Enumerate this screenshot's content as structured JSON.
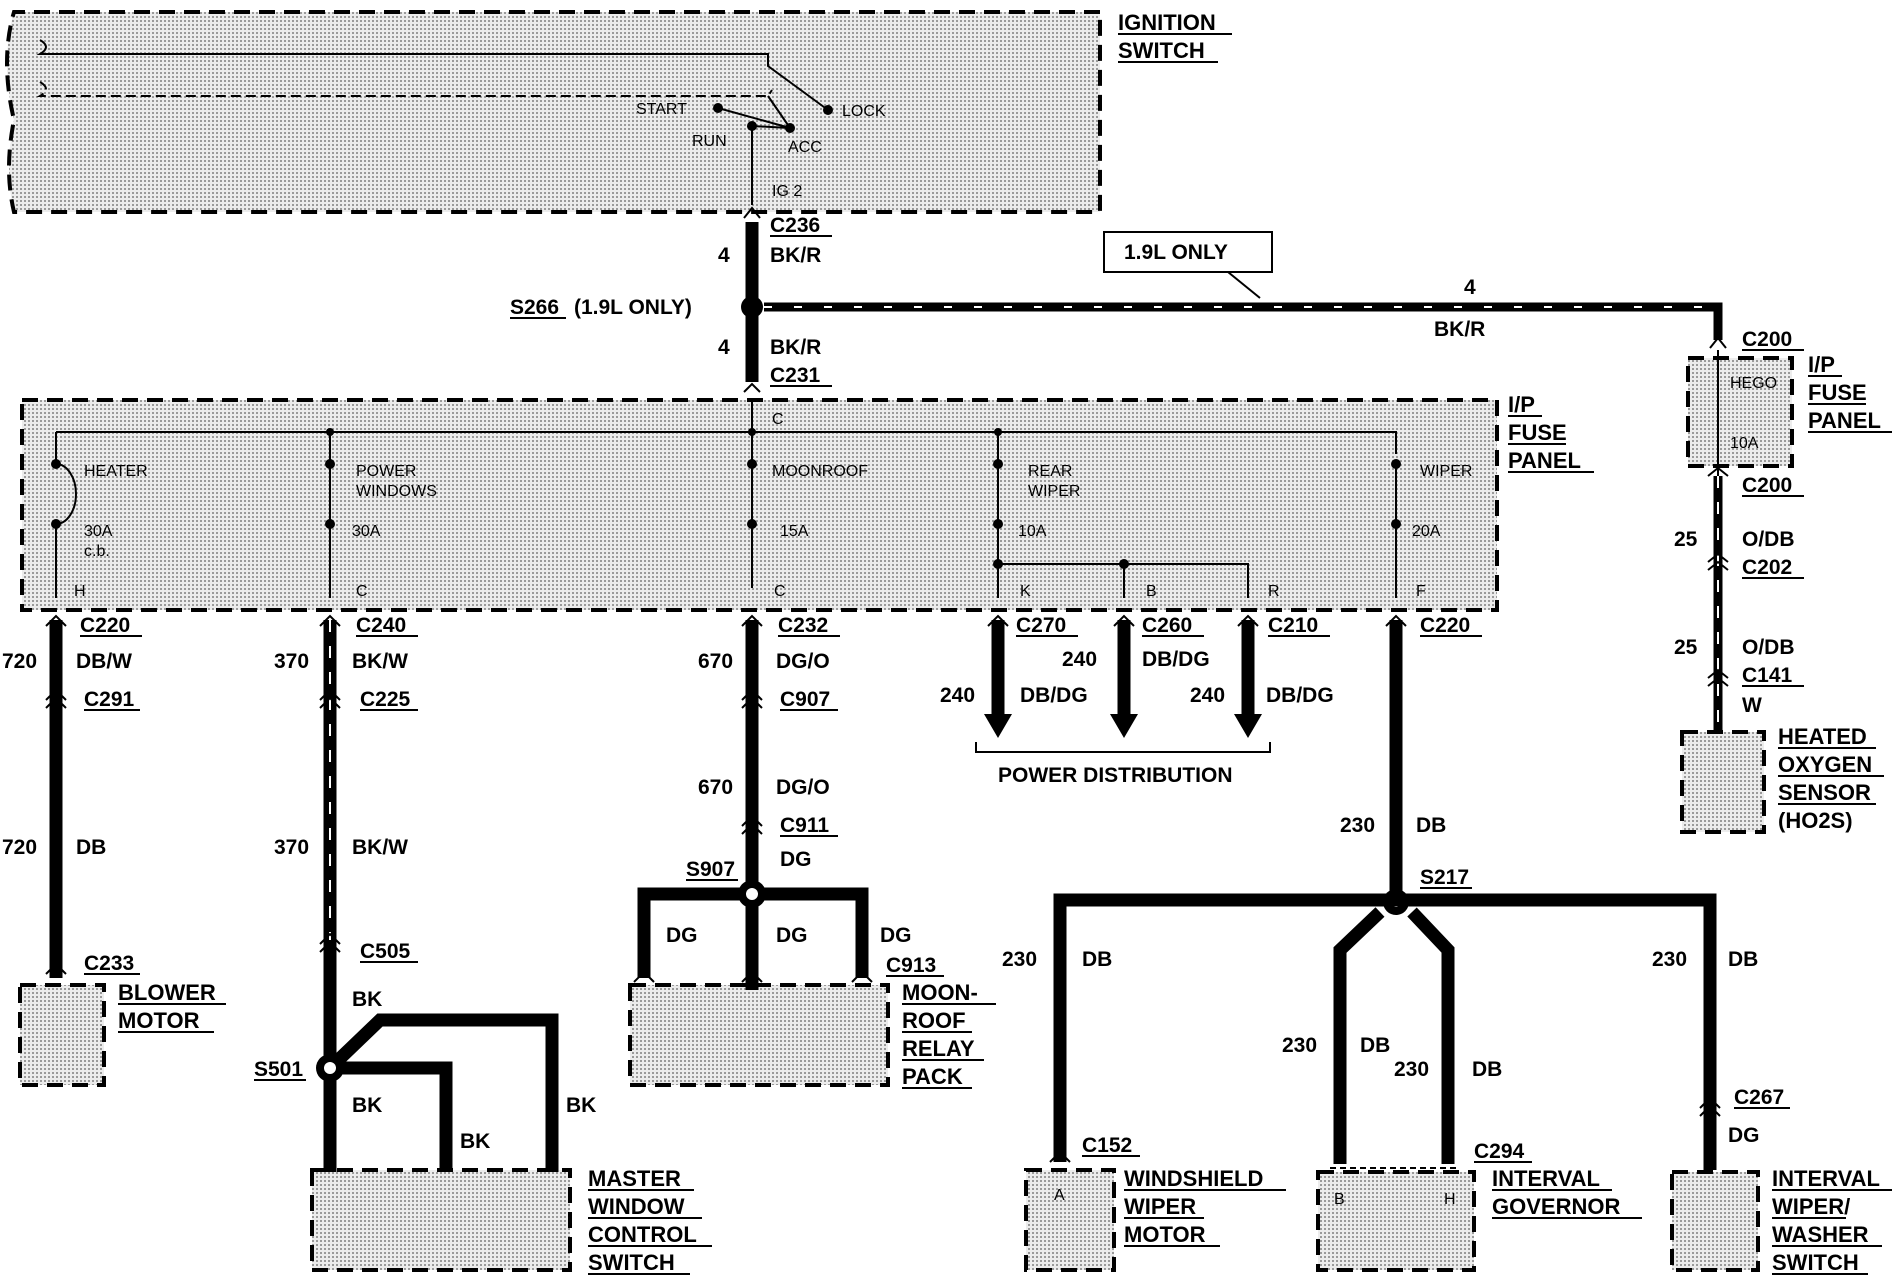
{
  "components": {
    "ignition_switch": [
      "IGNITION",
      "SWITCH"
    ],
    "ip_fuse_panel": [
      "I/P",
      "FUSE",
      "PANEL"
    ],
    "ip_fuse_panel_small": [
      "I/P",
      "FUSE",
      "PANEL"
    ],
    "blower_motor": [
      "BLOWER",
      "MOTOR"
    ],
    "master_window": [
      "MASTER",
      "WINDOW",
      "CONTROL",
      "SWITCH"
    ],
    "moonroof_relay": [
      "MOON-",
      "ROOF",
      "RELAY",
      "PACK"
    ],
    "windshield_wiper": [
      "WINDSHIELD",
      "WIPER",
      "MOTOR"
    ],
    "interval_governor": [
      "INTERVAL",
      "GOVERNOR"
    ],
    "interval_wiper": [
      "INTERVAL",
      "WIPER/",
      "WASHER",
      "SWITCH"
    ],
    "heated_oxygen": [
      "HEATED",
      "OXYGEN",
      "SENSOR",
      "(HO2S)"
    ]
  },
  "switch_positions": {
    "start": "START",
    "lock": "LOCK",
    "run": "RUN",
    "acc": "ACC",
    "ig2": "IG 2"
  },
  "fuses": {
    "heater": {
      "name": "HEATER",
      "rating": "30A",
      "note": "c.b.",
      "pin": "H"
    },
    "power_windows": {
      "name": [
        "POWER",
        "WINDOWS"
      ],
      "rating": "30A",
      "pin": "C"
    },
    "moonroof": {
      "name": "MOONROOF",
      "rating": "15A",
      "pin": "C",
      "top_pin": "C"
    },
    "rear_wiper": {
      "name": [
        "REAR",
        "WIPER"
      ],
      "rating": "10A",
      "pins": [
        "K",
        "B",
        "R"
      ]
    },
    "wiper": {
      "name": "WIPER",
      "rating": "20A",
      "pin": "F"
    },
    "hego": {
      "name": "HEGO",
      "rating": "10A"
    }
  },
  "splices": {
    "s266": {
      "id": "S266",
      "note": "(1.9L ONLY)"
    },
    "s907": "S907",
    "s501": "S501",
    "s217": "S217"
  },
  "option_box": "1.9L ONLY",
  "connectors": {
    "c236": "C236",
    "c231": "C231",
    "c200a": "C200",
    "c200b": "C200",
    "c202": "C202",
    "c141": "C141",
    "c220a": "C220",
    "c291": "C291",
    "c233": "C233",
    "c240": "C240",
    "c225": "C225",
    "c505": "C505",
    "c232": "C232",
    "c907": "C907",
    "c911": "C911",
    "c913": "C913",
    "c270": "C270",
    "c260": "C260",
    "c210": "C210",
    "c220b": "C220",
    "c152": "C152",
    "c294": "C294",
    "c267": "C267"
  },
  "wires": {
    "ign_top": {
      "circuit": "4",
      "color": "BK/R"
    },
    "ign_bottom": {
      "circuit": "4",
      "color": "BK/R"
    },
    "right_run": {
      "circuit": "4",
      "color": "BK/R"
    },
    "hego_1": {
      "circuit": "25",
      "color": "O/DB"
    },
    "hego_2": {
      "circuit": "25",
      "color": "O/DB"
    },
    "hego_3": {
      "color": "W"
    },
    "heater_1": {
      "circuit": "720",
      "color": "DB/W"
    },
    "heater_2": {
      "circuit": "720",
      "color": "DB"
    },
    "pw_1": {
      "circuit": "370",
      "color": "BK/W"
    },
    "pw_2": {
      "circuit": "370",
      "color": "BK/W"
    },
    "pw_3": {
      "color": "BK"
    },
    "pw_4": {
      "color": "BK"
    },
    "pw_5": {
      "color": "BK"
    },
    "pw_6": {
      "color": "BK"
    },
    "mr_1": {
      "circuit": "670",
      "color": "DG/O"
    },
    "mr_2": {
      "circuit": "670",
      "color": "DG/O"
    },
    "mr_3": {
      "color": "DG"
    },
    "mr_4": {
      "color": "DG"
    },
    "mr_5": {
      "color": "DG"
    },
    "mr_6": {
      "color": "DG"
    },
    "pd_1": {
      "circuit": "240",
      "color": "DB/DG"
    },
    "pd_2": {
      "circuit": "240",
      "color": "DB/DG"
    },
    "pd_3": {
      "circuit": "240",
      "color": "DB/DG"
    },
    "wp_1": {
      "circuit": "230",
      "color": "DB"
    },
    "wp_2": {
      "circuit": "230",
      "color": "DB"
    },
    "wp_3": {
      "circuit": "230",
      "color": "DB"
    },
    "wp_4": {
      "circuit": "230",
      "color": "DB"
    },
    "wp_5": {
      "circuit": "230",
      "color": "DB"
    },
    "wp_6": {
      "color": "DG"
    }
  },
  "power_distribution": "POWER DISTRIBUTION",
  "pins": {
    "wiper_motor": "A",
    "gov_b": "B",
    "gov_h": "H"
  }
}
